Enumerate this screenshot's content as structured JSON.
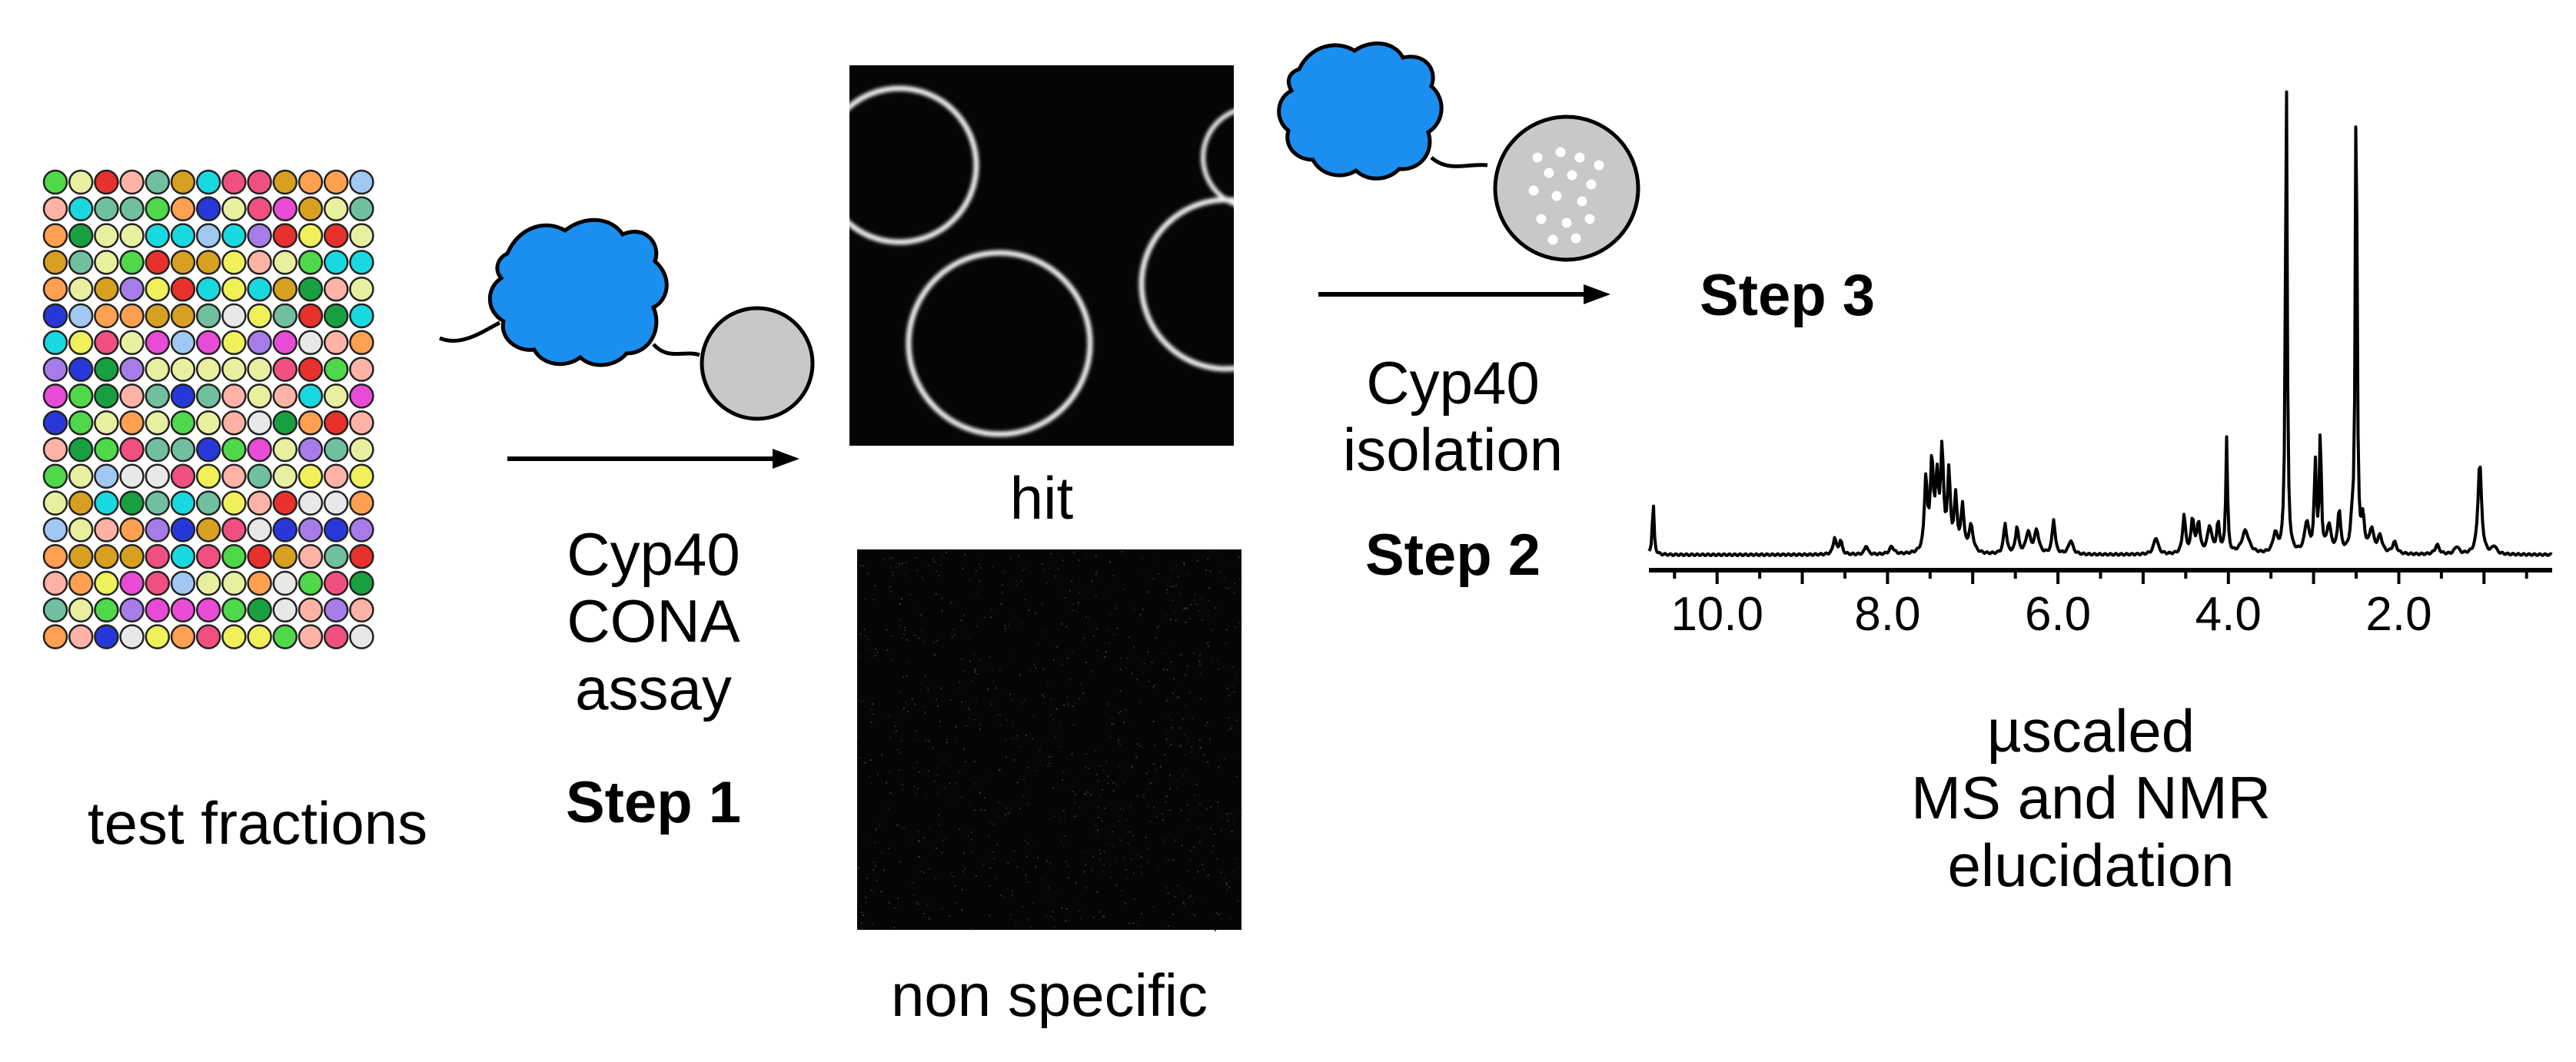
{
  "labels": {
    "test_fractions": "test fractions",
    "assay_line1": "Cyp40",
    "assay_line2": "CONA",
    "assay_line3": "assay",
    "step1": "Step 1",
    "hit": "hit",
    "non_specific": "non specific",
    "isolation_line1": "Cyp40",
    "isolation_line2": "isolation",
    "step2": "Step 2",
    "step3": "Step 3",
    "elucidation_line1": "µscaled",
    "elucidation_line2": "MS and NMR",
    "elucidation_line3": "elucidation"
  },
  "nmr_axis": {
    "tick_labels": [
      "10.0",
      "8.0",
      "6.0",
      "4.0",
      "2.0"
    ],
    "tick_values": [
      10.0,
      8.0,
      6.0,
      4.0,
      2.0
    ],
    "range_ppm": [
      10.8,
      0.2
    ]
  },
  "colors": {
    "protein_blue": "#1a8fef",
    "bead_gray": "#c8c8c8",
    "micrograph_bg": "#050505",
    "palette": [
      "#4ed84a",
      "#e84bd6",
      "#a67de8",
      "#ffb3a6",
      "#e8302c",
      "#18d8e0",
      "#f0f05a",
      "#2838d8",
      "#d8a020",
      "#18a040",
      "#ffa050",
      "#70c0a0",
      "#f05080",
      "#a0c8f0",
      "#e8f0a0",
      "#e8e8e8"
    ]
  },
  "plate": {
    "rows": 18,
    "cols": 13
  }
}
